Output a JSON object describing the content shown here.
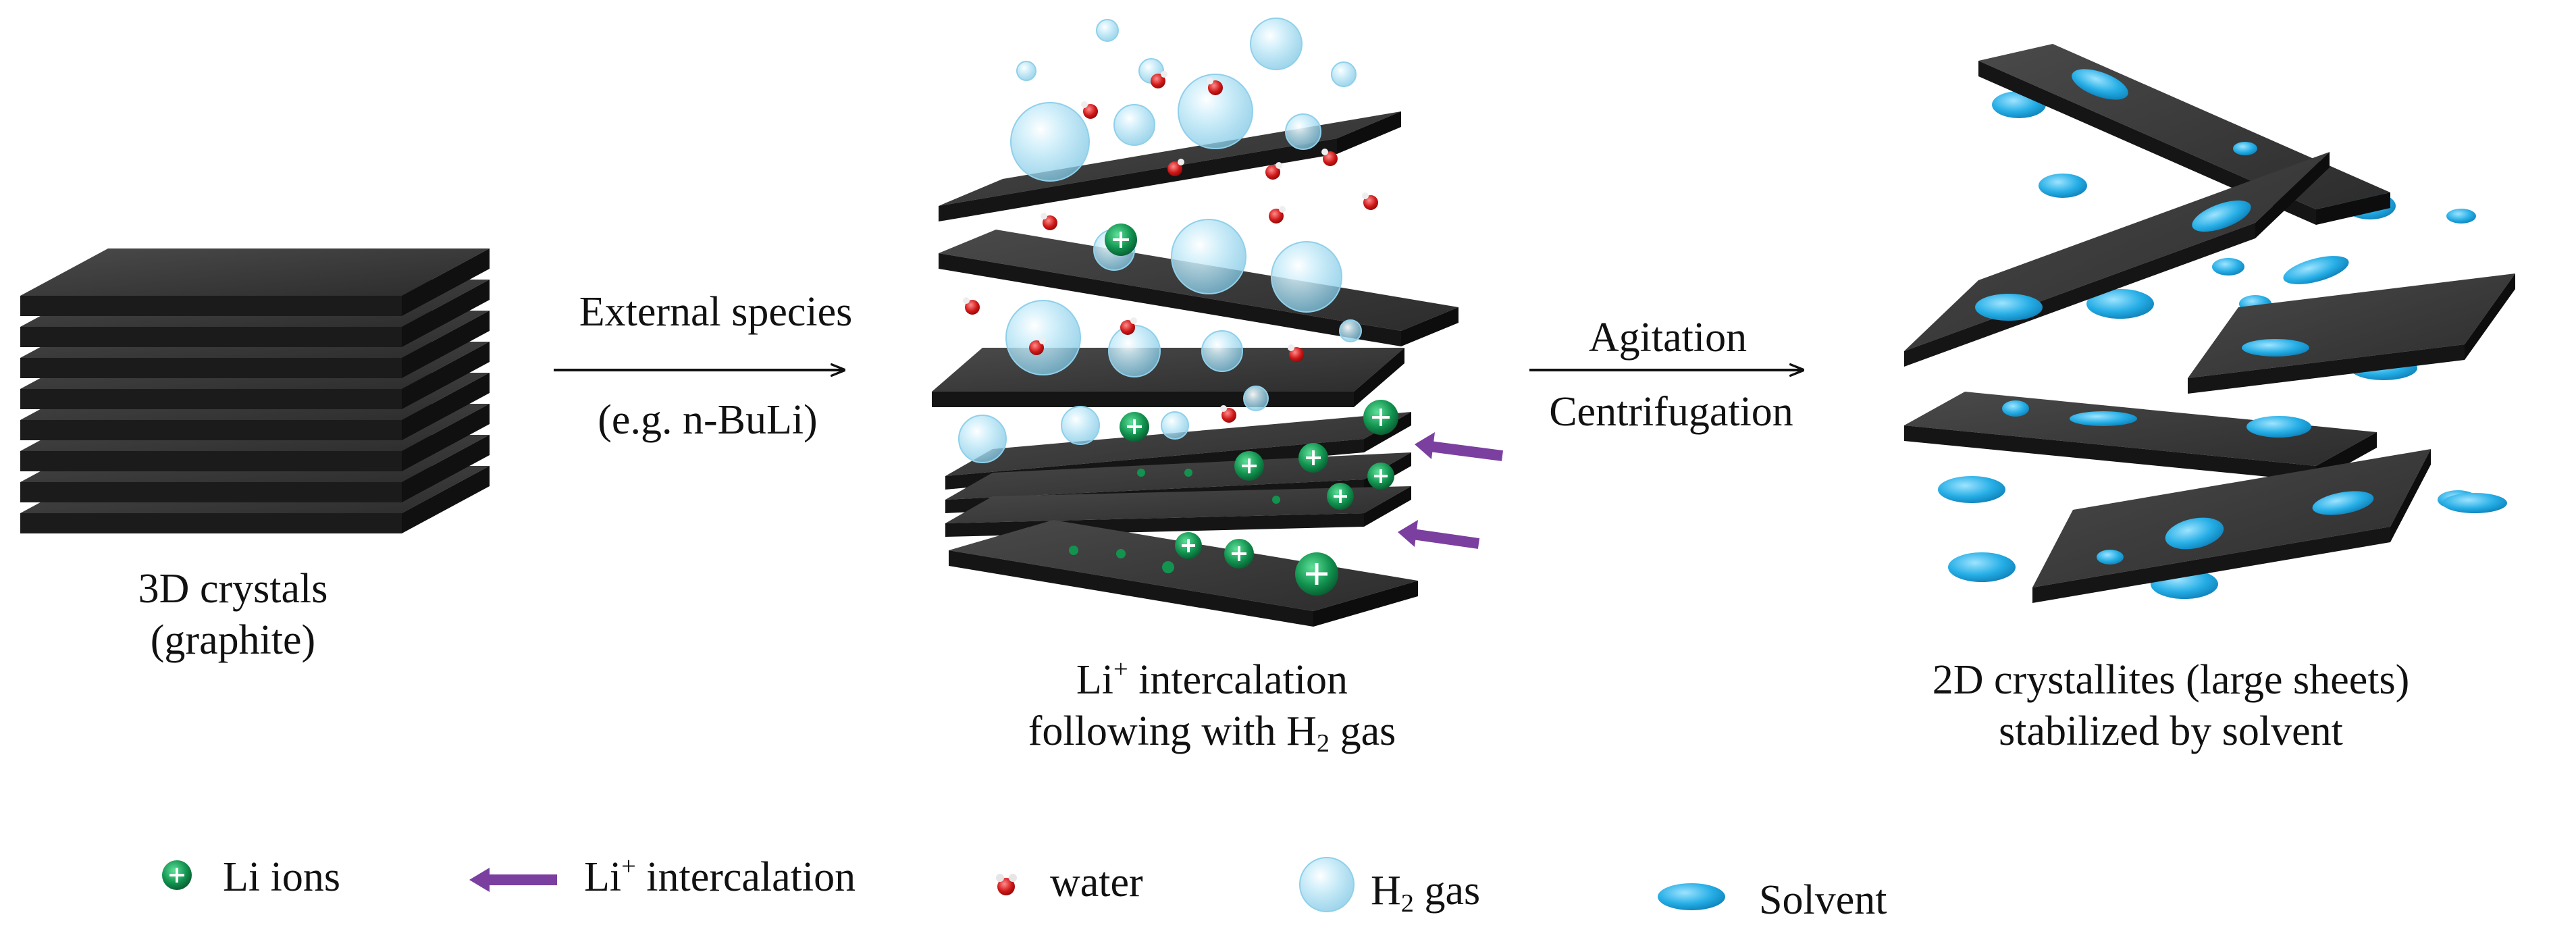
{
  "stages": {
    "crystal": {
      "line1": "3D crystals",
      "line2": "(graphite)"
    },
    "intercalation": {
      "line1_pre": "Li",
      "line1_sup": "+",
      "line1_post": " intercalation",
      "line2_pre": "following with H",
      "line2_sub": "2",
      "line2_post": " gas"
    },
    "exfoliated": {
      "line1": "2D crystallites (large sheets)",
      "line2": "stabilized by solvent"
    }
  },
  "arrows": {
    "step1": {
      "top": "External species",
      "bottom": "(e.g. n-BuLi)"
    },
    "step2": {
      "top": "Agitation",
      "bottom": "Centrifugation"
    }
  },
  "legend": {
    "li_ions": "Li ions",
    "intercalation_pre": "Li",
    "intercalation_sup": "+",
    "intercalation_post": " intercalation",
    "water": "water",
    "h2_pre": "H",
    "h2_sub": "2",
    "h2_post": " gas",
    "solvent": "Solvent"
  },
  "colors": {
    "sheet_top": "#3a3a3a",
    "sheet_edge": "#161616",
    "li_ion": "#0f8a4a",
    "intercalation_arrow": "#7b3fa0",
    "water": "#d01818",
    "h2_bubble": "#a9dcf0",
    "solvent": "#2ab0e6"
  }
}
